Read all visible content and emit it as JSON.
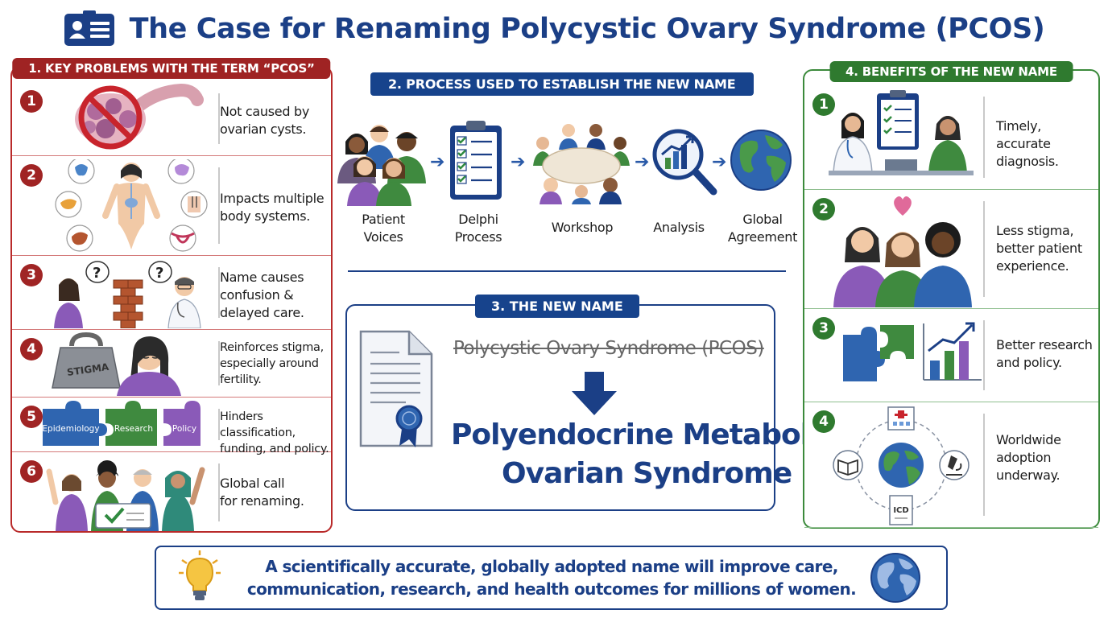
{
  "title": "The Case for Renaming Polycystic Ovary Syndrome (PCOS)",
  "problems": {
    "heading": "1. KEY PROBLEMS WITH THE TERM “PCOS”",
    "items": [
      {
        "num": "1",
        "text_lines": [
          "Not caused by",
          "ovarian cysts."
        ]
      },
      {
        "num": "2",
        "text_lines": [
          "Impacts multiple",
          "body systems."
        ]
      },
      {
        "num": "3",
        "text_lines": [
          "Name causes",
          "confusion &",
          "delayed care."
        ]
      },
      {
        "num": "4",
        "text_lines": [
          "Reinforces stigma,",
          "especially around",
          "fertility."
        ],
        "tag": "STIGMA"
      },
      {
        "num": "5",
        "text_lines": [
          "Hinders classification,",
          "funding, and policy."
        ],
        "puzzle": [
          "Epidemiology",
          "Research",
          "Policy"
        ]
      },
      {
        "num": "6",
        "text_lines": [
          "Global call",
          "for renaming."
        ]
      }
    ]
  },
  "process": {
    "heading": "2. PROCESS USED TO ESTABLISH THE NEW NAME",
    "steps": [
      {
        "lines": [
          "Patient",
          "Voices"
        ]
      },
      {
        "lines": [
          "Delphi",
          "Process"
        ]
      },
      {
        "lines": [
          "Workshop"
        ]
      },
      {
        "lines": [
          "Analysis"
        ]
      },
      {
        "lines": [
          "Global",
          "Agreement"
        ]
      }
    ]
  },
  "new_name": {
    "heading": "3. THE NEW NAME",
    "old": "Polycystic Ovary Syndrome (PCOS)",
    "new_line1": "Polyendocrine Metabolic",
    "new_line2": "Ovarian Syndrome"
  },
  "benefits": {
    "heading": "4. BENEFITS OF THE NEW NAME",
    "items": [
      {
        "num": "1",
        "text_lines": [
          "Timely, accurate",
          "diagnosis."
        ]
      },
      {
        "num": "2",
        "text_lines": [
          "Less stigma,",
          "better patient",
          "experience."
        ]
      },
      {
        "num": "3",
        "text_lines": [
          "Better research",
          "and policy."
        ]
      },
      {
        "num": "4",
        "text_lines": [
          "Worldwide",
          "adoption",
          "underway."
        ],
        "icd": "ICD"
      }
    ]
  },
  "bottom": {
    "line1": "A scientifically accurate, globally adopted name will improve care,",
    "line2": "communication, research, and health outcomes for millions of women."
  },
  "colors": {
    "navy": "#1b3f86",
    "red": "#a02424",
    "green": "#2f7a2f"
  }
}
